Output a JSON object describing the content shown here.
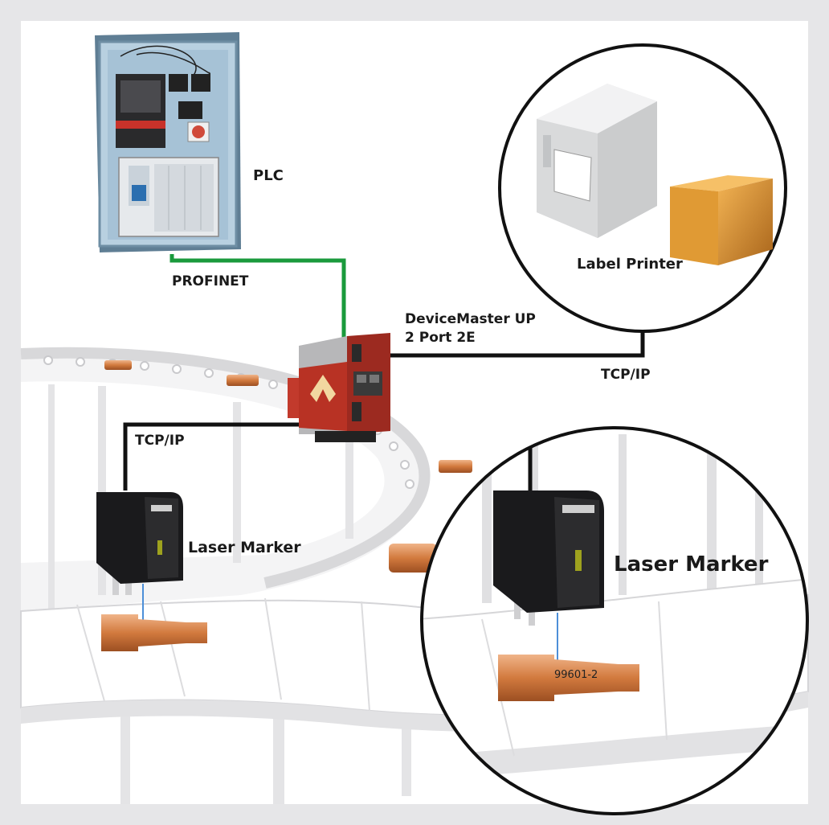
{
  "labels": {
    "plc": "PLC",
    "profinet": "PROFINET",
    "device_line1": "DeviceMaster UP",
    "device_line2": "2 Port 2E",
    "tcp_printer": "TCP/IP",
    "tcp_laser": "TCP/IP",
    "label_printer": "Label Printer",
    "laser_marker": "Laser Marker",
    "laser_marker_zoom": "Laser Marker",
    "part_number": "99601-2"
  },
  "colors": {
    "background": "#e6e6e8",
    "canvas": "#ffffff",
    "profinet_cable": "#1a9a3c",
    "tcp_cable": "#111111",
    "copper_part": "#d98a4f",
    "device_red": "#b83224",
    "cabinet_blue": "#a8c4d8",
    "box_orange": "#d98c2a"
  }
}
